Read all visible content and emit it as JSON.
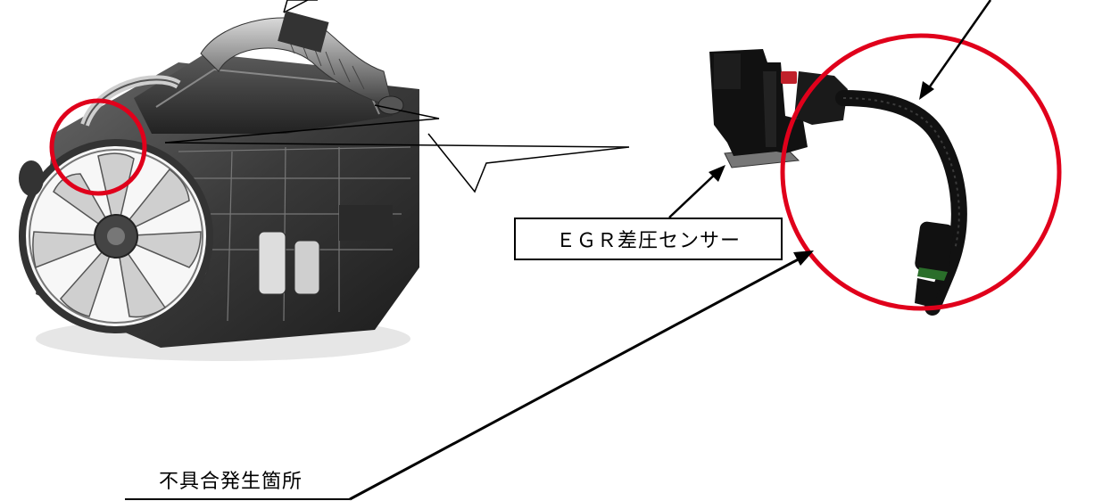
{
  "labels": {
    "sensor": "ＥＧＲ差圧センサー",
    "defect_location": "不具合発生箇所"
  },
  "figures": {
    "engine": {
      "icon": "engine-illustration",
      "tone": "#2b2b2b"
    },
    "sensor": {
      "icon": "egr-differential-pressure-sensor",
      "body_color": "#111111",
      "cap_color": "#c0202a"
    }
  },
  "colors": {
    "highlight_ring": "#e0001b",
    "leader_lines": "#000000",
    "callout_outline": "#000000"
  }
}
